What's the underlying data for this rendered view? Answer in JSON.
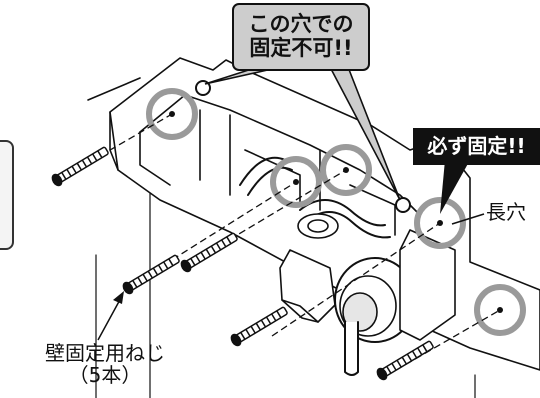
{
  "notes": {
    "no_fix_line1": "この穴での",
    "no_fix_line2": "固定不可!!",
    "must_fix": "必ず固定!!"
  },
  "labels": {
    "long_hole": "長穴",
    "wall_screw_line1": "壁固定用ねじ",
    "wall_screw_line2": "（5本）"
  },
  "colors": {
    "highlight_circle": "#9a9a9a",
    "callout_bg": "#cdcdcd",
    "must_bg": "#111111",
    "line": "#111111"
  }
}
